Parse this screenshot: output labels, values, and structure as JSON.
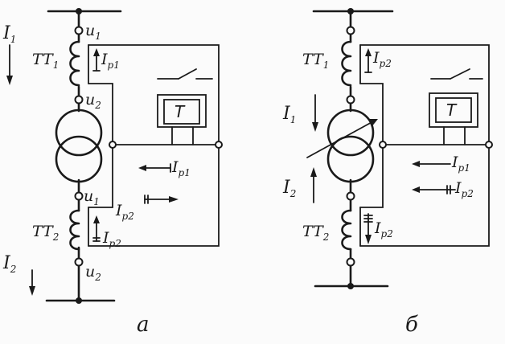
{
  "a": {
    "I1": {
      "main": "I",
      "sub": "1"
    },
    "I2": {
      "main": "I",
      "sub": "2"
    },
    "TT1": {
      "main": "TT",
      "sub": "1"
    },
    "TT2": {
      "main": "TT",
      "sub": "2"
    },
    "u1_top": {
      "main": "u",
      "sub": "1"
    },
    "u2_top": {
      "main": "u",
      "sub": "2"
    },
    "u1_bot": {
      "main": "u",
      "sub": "1"
    },
    "u2_bot": {
      "main": "u",
      "sub": "2"
    },
    "Ip1_coil": {
      "main": "I",
      "sub": "p1"
    },
    "Ip2_coil": {
      "main": "I",
      "sub": "p2"
    },
    "Ip1_loop": {
      "main": "I",
      "sub": "p1"
    },
    "Ip2_loop": {
      "main": "I",
      "sub": "p2"
    },
    "relay": "T",
    "caption": "a"
  },
  "b": {
    "I1": {
      "main": "I",
      "sub": "1"
    },
    "I2": {
      "main": "I",
      "sub": "2"
    },
    "TT1": {
      "main": "TT",
      "sub": "1"
    },
    "TT2": {
      "main": "TT",
      "sub": "2"
    },
    "Ip2_coil1": {
      "main": "I",
      "sub": "p2"
    },
    "Ip2_coil2": {
      "main": "I",
      "sub": "p2"
    },
    "Ip1_loop": {
      "main": "I",
      "sub": "p1"
    },
    "Ip2_loop": {
      "main": "I",
      "sub": "p2"
    },
    "relay": "T",
    "caption": "б"
  }
}
